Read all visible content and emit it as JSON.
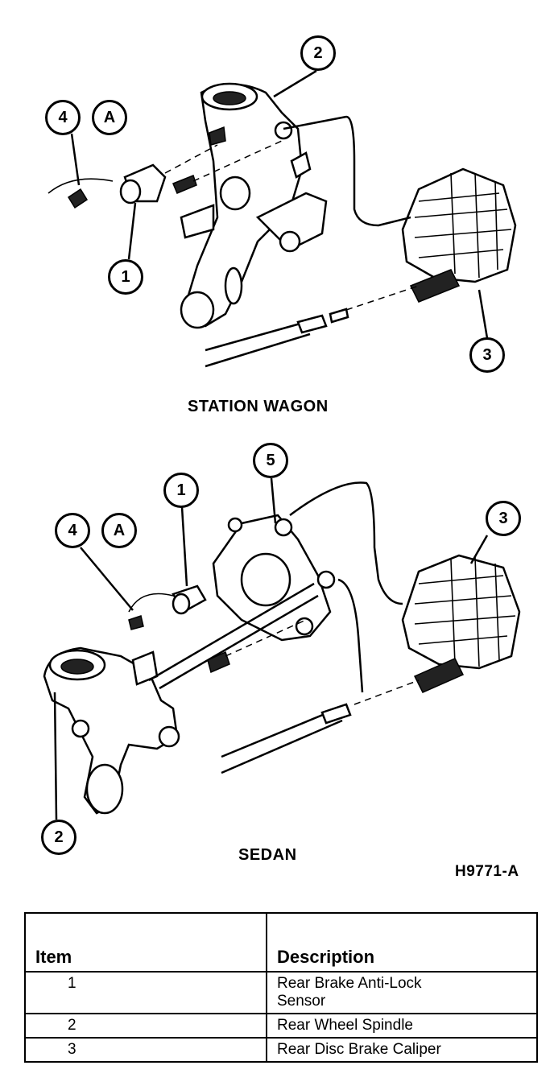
{
  "figure": {
    "top_caption": "STATION WAGON",
    "bottom_caption": "SEDAN",
    "figure_id": "H9771-A",
    "callouts_top": [
      "4",
      "A",
      "2",
      "1",
      "3"
    ],
    "callouts_bottom": [
      "1",
      "5",
      "4",
      "A",
      "3",
      "2"
    ]
  },
  "legend": {
    "headers": [
      "Item",
      "Description"
    ],
    "rows": [
      {
        "item": "1",
        "description_line1": "Rear Brake Anti-Lock",
        "description_line2": "Sensor"
      },
      {
        "item": "2",
        "description": "Rear Wheel Spindle"
      },
      {
        "item": "3",
        "description": "Rear Disc Brake Caliper"
      }
    ]
  }
}
